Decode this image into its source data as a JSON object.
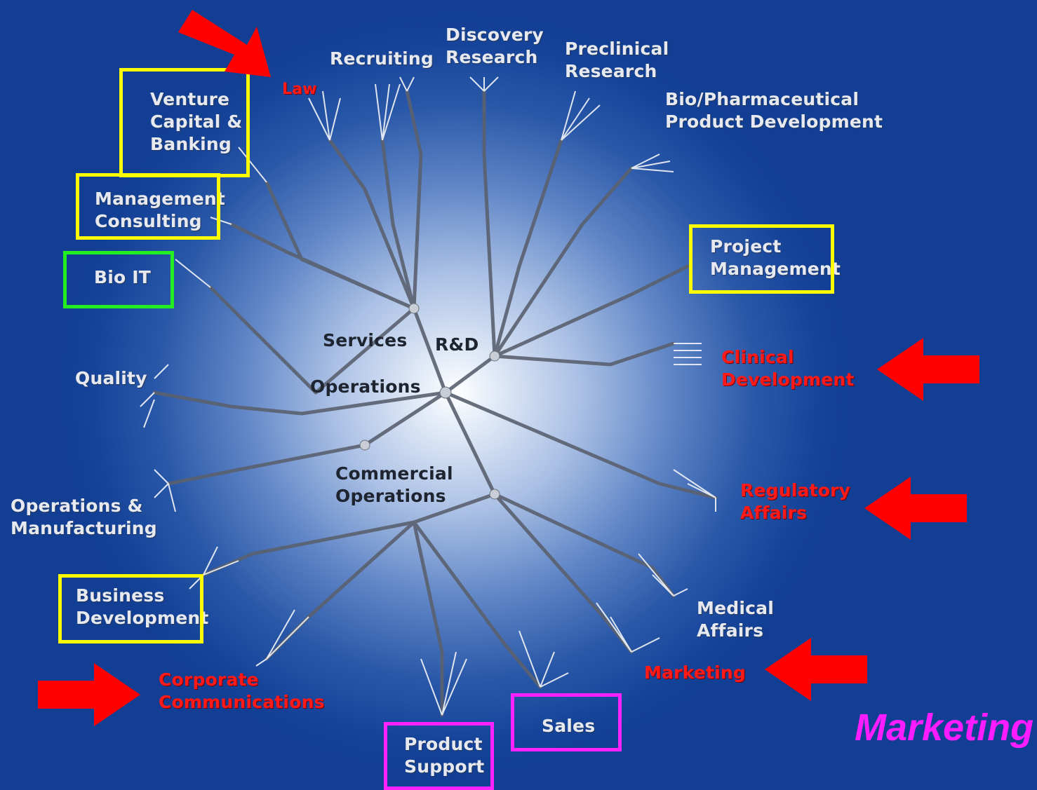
{
  "labels": {
    "recruiting": "Recruiting",
    "discovery": "Discovery\nResearch",
    "preclinical": "Preclinical\nResearch",
    "bio_pharma": "Bio/Pharmaceutical\nProduct Development",
    "law": "Law",
    "venture": "Venture\nCapital &\nBanking",
    "management_consulting": "Management\nConsulting",
    "bio_it": "Bio IT",
    "project_management": "Project\nManagement",
    "services": "Services",
    "rnd": "R&D",
    "operations": "Operations",
    "quality": "Quality",
    "clinical_development": "Clinical\nDevelopment",
    "commercial_operations": "Commercial\nOperations",
    "operations_manufacturing": "Operations &\nManufacturing",
    "regulatory_affairs": "Regulatory\nAffairs",
    "business_development": "Business\nDevelopment",
    "medical_affairs": "Medical\nAffairs",
    "marketing_small": "Marketing",
    "corporate_communications": "Corporate\nCommunications",
    "sales": "Sales",
    "product_support": "Product\nSupport"
  },
  "highlight": {
    "title": "Marketing"
  },
  "colors": {
    "background": "#123f93",
    "highlight_yellow": "#ffff00",
    "highlight_green": "#22ee22",
    "highlight_magenta": "#ff22ff",
    "arrow_red": "#ff0000",
    "title_magenta": "#ff1cff"
  }
}
